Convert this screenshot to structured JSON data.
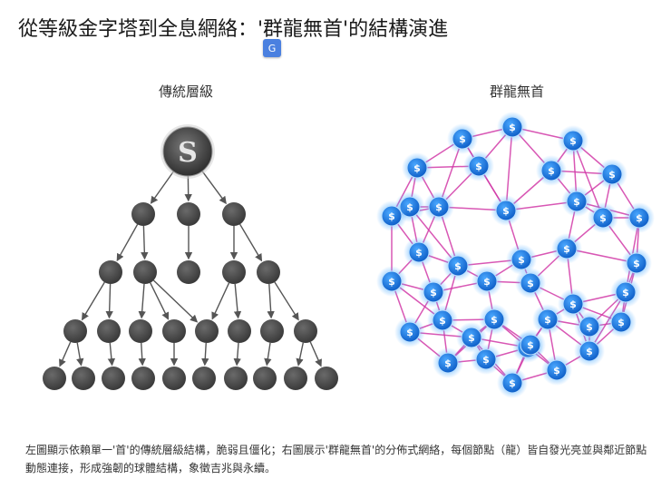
{
  "title": "從等級金字塔到全息網絡：'群龍無首'的結構演進",
  "translate_badge": "G",
  "left_panel": {
    "label": "傳統層級",
    "root_glyph": "S"
  },
  "right_panel": {
    "label": "群龍無首",
    "node_glyph": "$"
  },
  "caption": "左圖顯示依賴單一'首'的傳統層級結構，脆弱且僵化；右圖展示'群龍無首'的分佈式網絡，每個節點（龍）皆自發光亮並與鄰近節點動態連接，形成強韌的球體結構，象徵吉兆與永續。",
  "colors": {
    "hierarchy_node": "#4a4a4a",
    "hierarchy_edge": "#555555",
    "network_node": "#1f7ae0",
    "network_glow": "#5fb4ff",
    "network_edge": "#d23aa8"
  }
}
